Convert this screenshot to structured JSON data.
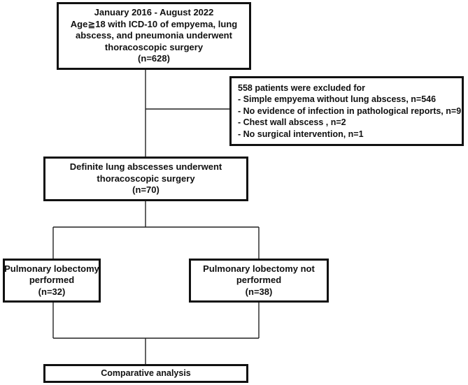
{
  "flowchart": {
    "enrollment": {
      "lines": [
        "January 2016 - August 2022",
        "Age≧18 with ICD-10 of empyema, lung",
        "abscess, and pneumonia underwent",
        "thoracoscopic surgery",
        "(n=628)"
      ]
    },
    "exclusion": {
      "heading": "558 patients were excluded for",
      "items": [
        "- Simple empyema without lung abscess, n=546",
        "- No evidence of infection in pathological reports, n=9",
        "- Chest wall abscess , n=2",
        "- No surgical intervention, n=1"
      ]
    },
    "included": {
      "lines": [
        "Definite lung abscesses underwent",
        "thoracoscopic surgery",
        "(n=70)"
      ]
    },
    "group_lobectomy": {
      "lines": [
        "Pulmonary lobectomy",
        "performed",
        "(n=32)"
      ]
    },
    "group_no_lobectomy": {
      "lines": [
        "Pulmonary lobectomy not",
        "performed",
        "(n=38)"
      ]
    },
    "analysis": {
      "label": "Comparative analysis"
    }
  }
}
